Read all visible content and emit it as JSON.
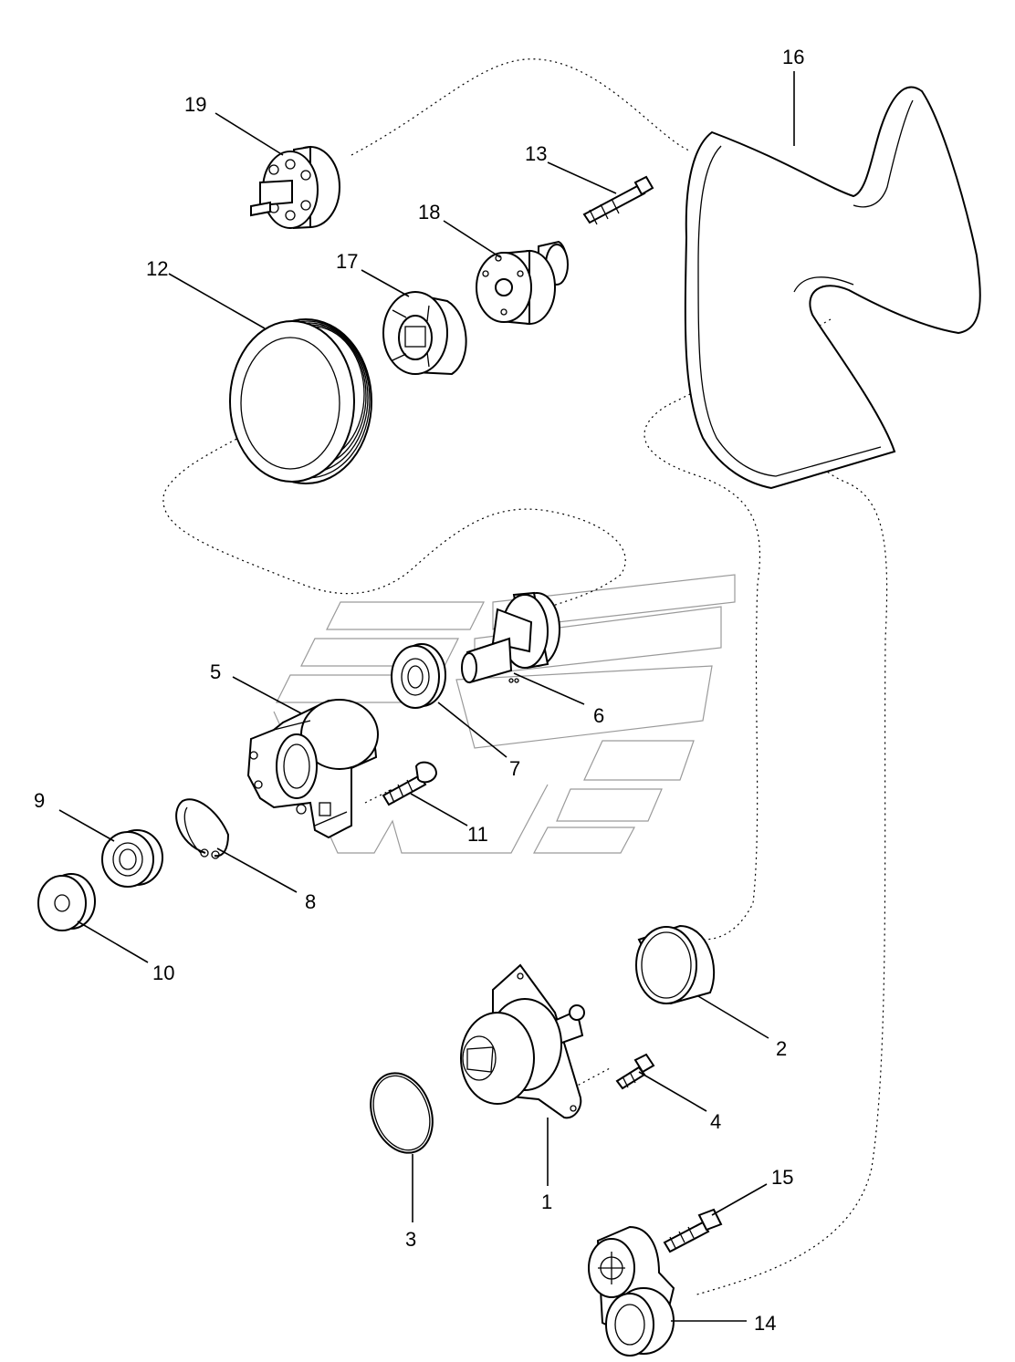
{
  "diagram": {
    "parts": [
      {
        "id": "part-1",
        "label": "1",
        "icon": "water-pump-icon"
      },
      {
        "id": "part-2",
        "label": "2",
        "icon": "idler-pulley-icon"
      },
      {
        "id": "part-3",
        "label": "3",
        "icon": "o-ring-seal-icon"
      },
      {
        "id": "part-4",
        "label": "4",
        "icon": "bolt-icon"
      },
      {
        "id": "part-5",
        "label": "5",
        "icon": "tensioner-bracket-icon"
      },
      {
        "id": "part-6",
        "label": "6",
        "icon": "pulley-shaft-icon"
      },
      {
        "id": "part-7",
        "label": "7",
        "icon": "ball-bearing-icon"
      },
      {
        "id": "part-8",
        "label": "8",
        "icon": "retaining-ring-icon"
      },
      {
        "id": "part-9",
        "label": "9",
        "icon": "ball-bearing-icon"
      },
      {
        "id": "part-10",
        "label": "10",
        "icon": "spacer-washer-icon"
      },
      {
        "id": "part-11",
        "label": "11",
        "icon": "bolt-icon"
      },
      {
        "id": "part-12",
        "label": "12",
        "icon": "crankshaft-pulley-icon"
      },
      {
        "id": "part-13",
        "label": "13",
        "icon": "bolt-icon"
      },
      {
        "id": "part-14",
        "label": "14",
        "icon": "belt-tensioner-icon"
      },
      {
        "id": "part-15",
        "label": "15",
        "icon": "bolt-icon"
      },
      {
        "id": "part-16",
        "label": "16",
        "icon": "serpentine-belt-icon"
      },
      {
        "id": "part-17",
        "label": "17",
        "icon": "damper-hub-icon"
      },
      {
        "id": "part-18",
        "label": "18",
        "icon": "pulley-hub-icon"
      },
      {
        "id": "part-19",
        "label": "19",
        "icon": "pulley-icon"
      }
    ]
  }
}
